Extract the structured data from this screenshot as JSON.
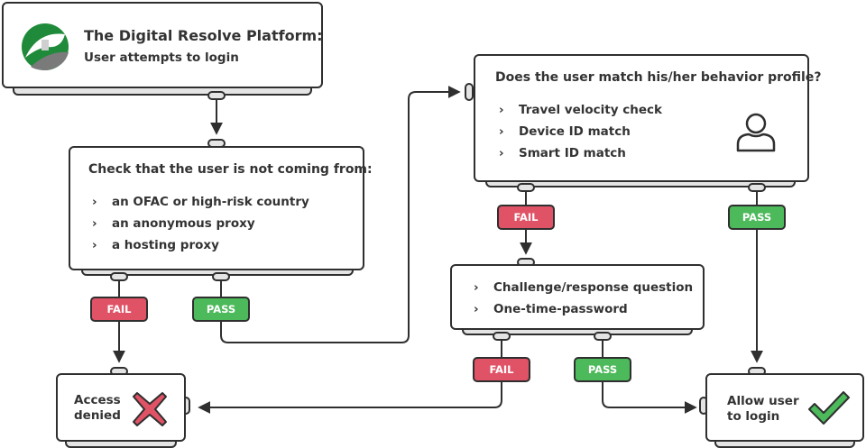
{
  "platform": {
    "title": "The Digital Resolve Platform:",
    "subtitle": "User attempts to login",
    "logo_icon": "digital-resolve-logo-icon"
  },
  "location_check": {
    "title": "Check that the user is not coming from:",
    "items": [
      "an OFAC or high-risk country",
      "an anonymous proxy",
      "a hosting proxy"
    ]
  },
  "behavior_check": {
    "title": "Does the user match his/her behavior profile?",
    "items": [
      "Travel velocity check",
      "Device ID match",
      "Smart ID match"
    ],
    "icon": "user-profile-icon"
  },
  "challenge": {
    "items": [
      "Challenge/response question",
      "One-time-password"
    ]
  },
  "outcomes": {
    "denied": "Access denied",
    "denied_lines": [
      "Access",
      "denied"
    ],
    "allowed": "Allow user to login",
    "allowed_lines": [
      "Allow user",
      "to login"
    ]
  },
  "labels": {
    "fail": "FAIL",
    "pass": "PASS"
  },
  "colors": {
    "fail": "#e05265",
    "pass": "#4cb95a",
    "line": "#2f2f2f",
    "shadow": "#e4e4e4",
    "logo_green": "#1f8a3a"
  },
  "bullet": "›"
}
